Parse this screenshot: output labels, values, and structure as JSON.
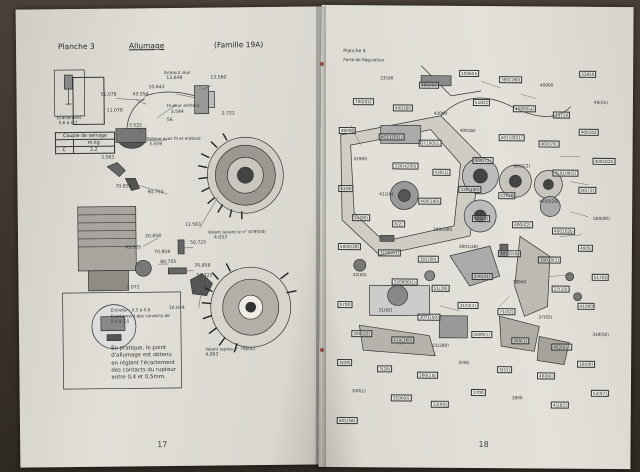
{
  "left_page": {
    "title": "Planche  3",
    "subtitle": "Allumage",
    "family": "(Famille 19A)",
    "page_number": "17",
    "gap_label": "Ecartement",
    "gap_value": "0,6 à 0,7",
    "torque_header": "Couple de serrage",
    "torque_unit": "m.kg",
    "torque_row_letter": "C",
    "torque_row_value": "2,2",
    "labels": {
      "embout_seul": "Embout seul",
      "n13648": "13.648",
      "n13560": "13.560",
      "n10643": "10.643",
      "n51078": "51.078",
      "n43554": "43.554",
      "fil_pour_embout": "Fil pour embout",
      "n3544": "3.544",
      "n56": "56",
      "n11078": "11.078",
      "n2722": "2.722",
      "n3532": "3.532",
      "bobine": "Bobine avec fil et embout",
      "n3559": "3.559",
      "n3563": "3.563",
      "n70858a": "70.858",
      "n90755": "90.755",
      "n13563": "13.563",
      "volant_mid": "Volant (avant le n° 679500)",
      "n4053": "4.053",
      "n20858": "20.858",
      "n43555": "43.555",
      "n70858b": "70.858",
      "n50725": "50.725",
      "n80755": "80.755",
      "n70858c": "70.858",
      "n1072": "1.072",
      "n50725b": "50.725",
      "n10044": "10.044",
      "volant_bottom": "Volant (après n° 79600)",
      "n4063": "4.063",
      "entrefer": "Entrefer : 0,5 à 0,6",
      "contacts": "Ecartement des contacts de 0,4 à 0,5",
      "note": "En pratique, le point d'allumage est obtenu en réglant l'écartement des contacts du rupteur entre 0,4 et 0,5mm."
    }
  },
  "right_page": {
    "title": "Planche  4",
    "subtitle": "Porte de Régulation",
    "page_number": "18",
    "labels": [
      "Porte de Régulation",
      "33590",
      "395000",
      "100655",
      "390(180)",
      "40000",
      "33850",
      "700(82)",
      "400180",
      "42000",
      "51831",
      "40000(a)",
      "33720",
      "40(55)",
      "46000",
      "401320(1)",
      "3710051",
      "400182",
      "401100(1)",
      "400(70)",
      "400102",
      "51900",
      "330(4200)",
      "430(1)",
      "400(72)",
      "3202(2)",
      "410100(2)",
      "400182b",
      "51(9)",
      "41(16)",
      "400(180)",
      "330(100)",
      "42058",
      "4010(28)",
      "50(72)",
      "51(80)",
      "4(2)",
      "300(280)",
      "402(1)",
      "400(02)",
      "400102b",
      "500(00)",
      "5000(28)",
      "3100(01)",
      "301(00)",
      "3001(28)",
      "3010(58)",
      "30020(1)",
      "40(0)",
      "42(00)",
      "320000(1)",
      "51(29)",
      "370(31)",
      "38040",
      "27(10)",
      "51702",
      "5700",
      "31(02)",
      "3071(00)",
      "3103(1)",
      "71(02)",
      "37(02)",
      "41000",
      "300(22)",
      "410(160)",
      "51(280)",
      "3009(1)",
      "300(1)",
      "4020(1)",
      "310(02)",
      "3(09)",
      "3(28)",
      "300(1)b",
      "3(46)",
      "3(51)",
      "40(84)",
      "10(00)",
      "350(1)",
      "3500(0)",
      "33(00)",
      "3700",
      "3900",
      "41(82)",
      "52(07)",
      "501(58)"
    ]
  }
}
